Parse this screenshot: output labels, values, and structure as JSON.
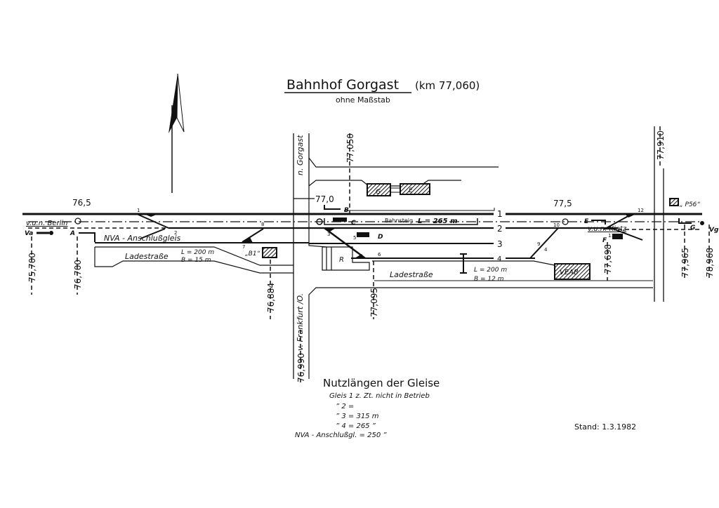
{
  "title": {
    "name": "Bahnhof Gorgast",
    "km": "(km 77,060)",
    "subtitle": "ohne Maßstab"
  },
  "km_labels": {
    "k765": "76,5",
    "k770": "77,0",
    "k775": "77,5"
  },
  "km_posts": {
    "p1": "75,700",
    "p2": "76,700",
    "p3": "76,884",
    "p4": "76,990",
    "p5": "77,050",
    "p6": "77,095",
    "p7": "77,698",
    "p8": "77,910",
    "p9": "77,965",
    "p10": "78,968"
  },
  "roads": {
    "to_gorgast": "n. Gorgast",
    "from_frankfurt": "v. Frankfurt /O."
  },
  "directions": {
    "berlin": "v.u.n. Berlin",
    "kietz": "v.u.n. Kietz"
  },
  "signals": {
    "va": "Va",
    "a": "A",
    "b": "B",
    "c": "C",
    "d": "D",
    "e": "E",
    "f": "F",
    "g": "G",
    "vg": "Vg"
  },
  "tracks": {
    "t1": "1",
    "t2": "2",
    "t3": "3",
    "t4": "4",
    "nva": "NVA - Anschlußgleis"
  },
  "switches": [
    "1",
    "2",
    "3",
    "4",
    "5",
    "6",
    "7",
    "8",
    "9",
    "10",
    "11",
    "12"
  ],
  "platform": {
    "label": "Bahnsteig",
    "length": "L = 265 m"
  },
  "buildings": {
    "b1": "„B1“",
    "p56": "„ P56“",
    "veab": "VEAB",
    "r": "R",
    "g": "G",
    "e": "E"
  },
  "loading_left": {
    "name": "Ladestraße",
    "l": "L = 200 m",
    "b": "B = 15 m"
  },
  "loading_right": {
    "name": "Ladestraße",
    "l": "L = 200 m",
    "b": "B = 12 m"
  },
  "lengths": {
    "heading": "Nutzlängen der Gleise",
    "rows": [
      "Gleis 1 z. Zt. nicht in Betrieb",
      "” 2 =",
      "” 3 = 315 m",
      "” 4 = 265 ”",
      "NVA - Anschlußgl. = 250 ”"
    ]
  },
  "stand": "Stand: 1.3.1982"
}
